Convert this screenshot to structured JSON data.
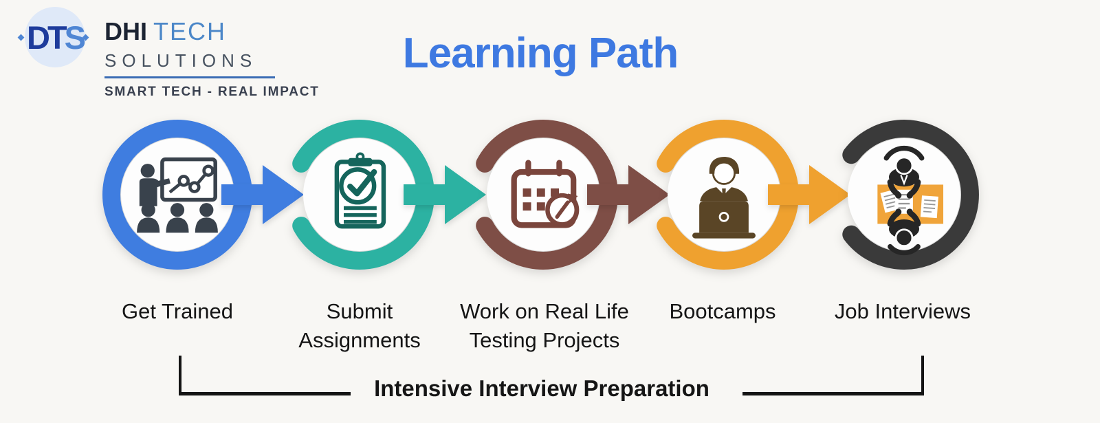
{
  "brand": {
    "logo_monogram": [
      "D",
      "T",
      "S"
    ],
    "name_primary": "DHI",
    "name_secondary": "TECH",
    "name_line2": "SOLUTIONS",
    "tagline": "SMART TECH - REAL IMPACT"
  },
  "title": "Learning Path",
  "colors": {
    "background": "#f8f7f4",
    "title": "#3e79e1",
    "label_text": "#151515",
    "bracket": "#141414",
    "logo_circle": "#dfe9f8",
    "logo_dark_blue": "#1e3c9c",
    "logo_light_blue": "#4f86d4",
    "brand_primary": "#1c2433",
    "brand_secondary": "#4c87c8",
    "brand_line2": "#46515f",
    "brand_underline": "#3a6cb4",
    "brand_tagline": "#3a4150"
  },
  "steps": [
    {
      "label_line1": "Get Trained",
      "label_line2": "",
      "ring_color": "#3f7de0",
      "icon_color": "#39424c",
      "icon": "presentation-training-icon"
    },
    {
      "label_line1": "Submit",
      "label_line2": "Assignments",
      "ring_color": "#2cb2a2",
      "icon_color": "#15655c",
      "icon": "clipboard-check-icon"
    },
    {
      "label_line1": "Work on Real Life",
      "label_line2": "Testing Projects",
      "ring_color": "#7e4e46",
      "icon_color": "#7a453c",
      "icon": "calendar-clock-icon"
    },
    {
      "label_line1": "Bootcamps",
      "label_line2": "",
      "ring_color": "#efa12f",
      "icon_color": "#5a4526",
      "icon": "person-laptop-icon"
    },
    {
      "label_line1": "Job Interviews",
      "label_line2": "",
      "ring_color": "#3a3a3a",
      "icon_color": "#262626",
      "icon_accent": "#f0a43a",
      "icon": "interview-table-icon"
    }
  ],
  "footer": {
    "bracket_label": "Intensive Interview Preparation"
  }
}
